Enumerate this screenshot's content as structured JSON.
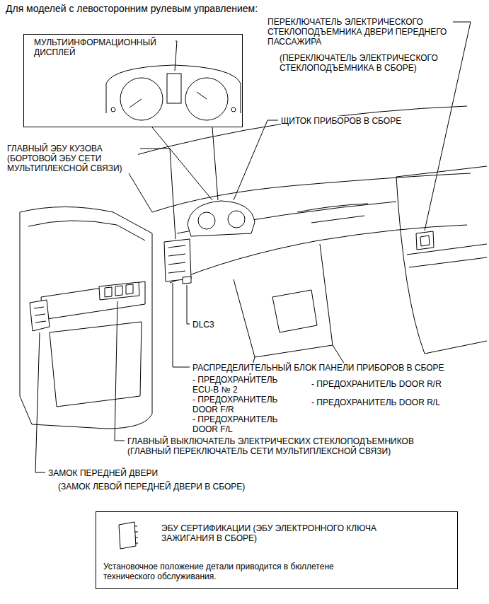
{
  "diagram": {
    "title": "Для моделей с левосторонним рулевым управлением:",
    "nodes": [
      {
        "text": [
          "МУЛЬТИИНФОРМАЦИОННЫЙ ДИСПЛЕЙ"
        ]
      },
      {
        "text": [
          "ЭБУ СЕРТИФИКАЦИИ (ЭБУ ЭЛЕКТРОННОГО КЛЮЧА ЗАЖИГАНИЯ В СБОРЕ)",
          "Установочное положение детали приводится в бюллетене технического обслуживания."
        ]
      }
    ],
    "labels": [
      "ПЕРЕКЛЮЧАТЕЛЬ ЭЛЕКТРИЧЕСКОГО СТЕКЛОПОДЪЕМНИКА ДВЕРИ ПЕРЕДНЕГО ПАССАЖИРА",
      "(ПЕРЕКЛЮЧАТЕЛЬ ЭЛЕКТРИЧЕСКОГО СТЕКЛОПОДЪЕМНИКА В СБОРЕ)",
      "ЩИТОК ПРИБОРОВ В СБОРЕ",
      "ГЛАВНЫЙ ЭБУ КУЗОВА (БОРТОВОЙ ЭБУ СЕТИ МУЛЬТИПЛЕКСНОЙ СВЯЗИ)",
      "DLC3",
      "РАСПРЕДЕЛИТЕЛЬНЫЙ БЛОК ПАНЕЛИ ПРИБОРОВ В СБОРЕ",
      "- ПРЕДОХРАНИТЕЛЬ ECU-B № 2",
      "- ПРЕДОХРАНИТЕЛЬ DOOR F/R",
      "- ПРЕДОХРАНИТЕЛЬ DOOR F/L",
      "- ПРЕДОХРАНИТЕЛЬ DOOR R/R",
      "- ПРЕДОХРАНИТЕЛЬ DOOR R/L",
      "ГЛАВНЫЙ ВЫКЛЮЧАТЕЛЬ ЭЛЕКТРИЧЕСКИХ СТЕКЛОПОДЪЕМНИКОВ (ГЛАВНЫЙ ПЕРЕКЛЮЧАТЕЛЬ СЕТИ МУЛЬТИПЛЕКСНОЙ СВЯЗИ)",
      "ЗАМОК ПЕРЕДНЕЙ ДВЕРИ",
      "(ЗАМОК ЛЕВОЙ ПЕРЕДНЕЙ ДВЕРИ В СБОРЕ)"
    ]
  }
}
